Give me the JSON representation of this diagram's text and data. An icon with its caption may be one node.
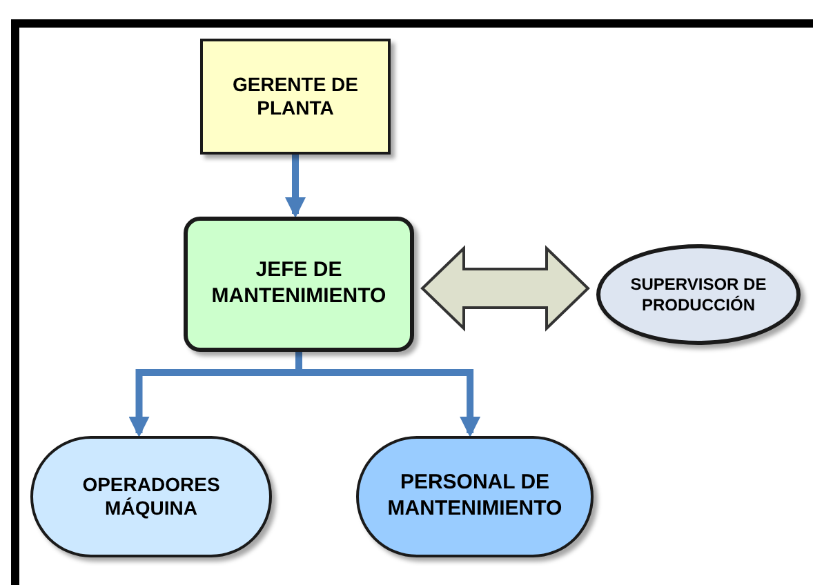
{
  "diagram": {
    "nodes": [
      {
        "text": [
          "GERENTE DE PLANTA"
        ]
      },
      {
        "text": [
          "JEFE DE MANTENIMIENTO"
        ]
      },
      {
        "text": [
          "SUPERVISOR DE PRODUCCIÓN"
        ]
      },
      {
        "text": [
          "OPERADORES MÁQUINA"
        ]
      },
      {
        "text": [
          "PERSONAL DE MANTENIMIENTO"
        ]
      }
    ],
    "edges": [
      {
        "from": 0,
        "to": 1,
        "arrow": "to"
      },
      {
        "from": 1,
        "to": 2,
        "arrow": "both",
        "style": "thick",
        "color": "#dde0cc"
      },
      {
        "from": 1,
        "to": 3,
        "arrow": "to"
      },
      {
        "from": 1,
        "to": 4,
        "arrow": "to"
      }
    ]
  }
}
